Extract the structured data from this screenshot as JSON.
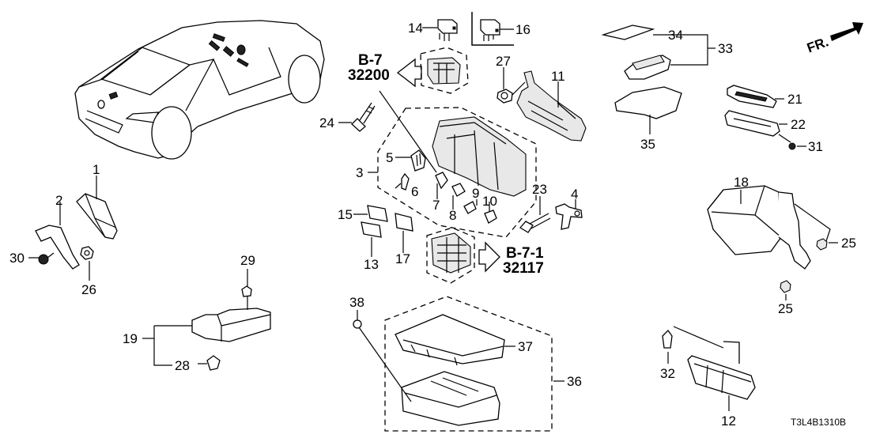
{
  "diagram": {
    "type": "exploded-parts-diagram",
    "drawing_code": "T3L4B1310B",
    "orientation": {
      "label": "FR.",
      "icon": "front-direction-arrow-icon"
    },
    "references": [
      {
        "section": "B-7",
        "part_code": "32200",
        "direction": "left"
      },
      {
        "section": "B-7-1",
        "part_code": "32117",
        "direction": "right"
      }
    ],
    "callouts": {
      "c1": "1",
      "c2": "2",
      "c3": "3",
      "c4": "4",
      "c5": "5",
      "c6": "6",
      "c7": "7",
      "c8": "8",
      "c9": "9",
      "c10": "10",
      "c11": "11",
      "c12": "12",
      "c13": "13",
      "c14": "14",
      "c15": "15",
      "c16": "16",
      "c17": "17",
      "c18": "18",
      "c19": "19",
      "c21": "21",
      "c22": "22",
      "c23": "23",
      "c24": "24",
      "c25a": "25",
      "c25b": "25",
      "c26": "26",
      "c27": "27",
      "c28": "28",
      "c29": "29",
      "c30": "30",
      "c31": "31",
      "c32": "32",
      "c33": "33",
      "c34": "34",
      "c35": "35",
      "c36": "36",
      "c37": "37",
      "c38": "38"
    }
  }
}
